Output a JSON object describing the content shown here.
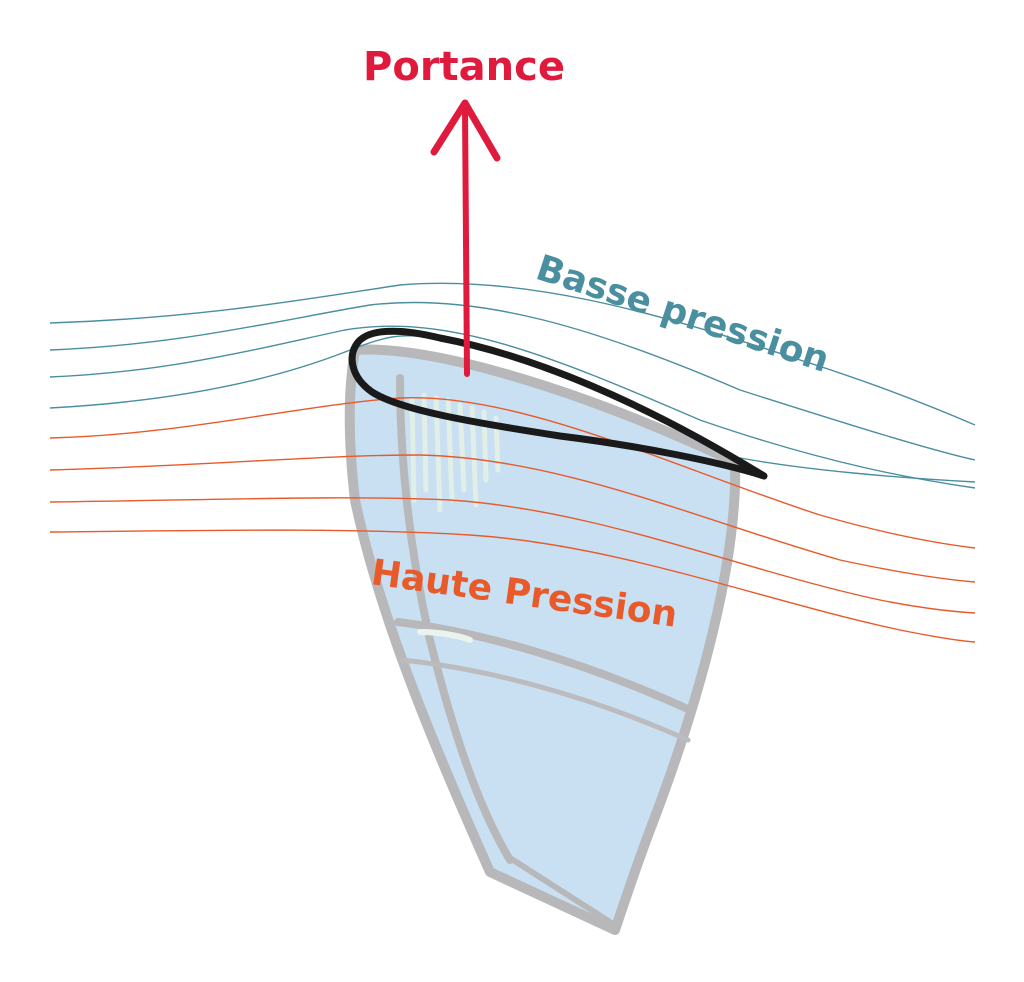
{
  "labels": {
    "lift": "Portance",
    "low_pressure": "Basse pression",
    "high_pressure": "Haute Pression"
  },
  "colors": {
    "lift": "#e01a3c",
    "low_pressure": "#4a8fa0",
    "high_pressure": "#e85a2a",
    "airfoil_outline": "#1a1a1a",
    "wing_fill": "#c7dff0",
    "wing_edge": "#b9b9bb",
    "background": "#ffffff"
  }
}
